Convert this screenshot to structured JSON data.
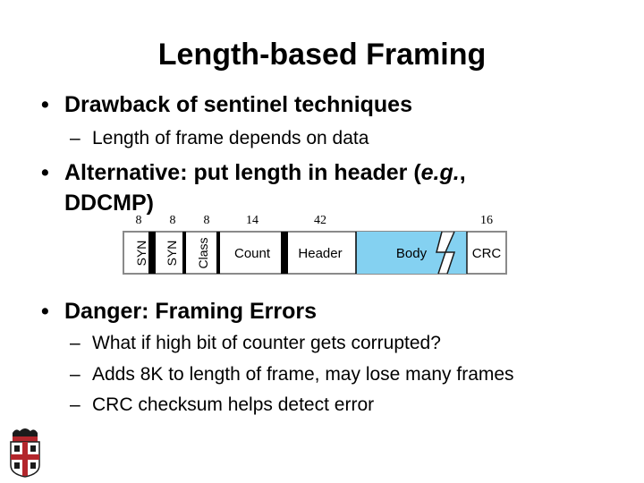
{
  "slide": {
    "title": "Length-based Framing",
    "bullets": [
      {
        "text": "Drawback of sentinel techniques",
        "subs": [
          "Length of frame depends on data"
        ]
      },
      {
        "text_prefix": "Alternative: put length in header (",
        "text_italic": "e.g.",
        "text_suffix": ", DDCMP)"
      },
      {
        "text": "Danger: Framing Errors",
        "subs": [
          "What if high bit of counter gets corrupted?",
          "Adds 8K to length of frame, may lose many frames",
          "CRC checksum helps detect error"
        ]
      }
    ],
    "bullet_symbol": "•",
    "dash_symbol": "–"
  },
  "frame_diagram": {
    "fields": [
      {
        "name": "SYN",
        "bits": "8"
      },
      {
        "name": "SYN",
        "bits": "8"
      },
      {
        "name": "Class",
        "bits": "8"
      },
      {
        "name": "Count",
        "bits": "14"
      },
      {
        "name": "Header",
        "bits": "42"
      },
      {
        "name": "Body",
        "bits": ""
      },
      {
        "name": "CRC",
        "bits": "16"
      }
    ],
    "colors": {
      "header_fill": "#ffffff",
      "body_fill": "#84d1f1",
      "separator": "#000000",
      "border": "#777777"
    }
  },
  "logo": {
    "name": "university-crest",
    "colors": {
      "red": "#b3262c",
      "black": "#1b1b1b"
    }
  }
}
